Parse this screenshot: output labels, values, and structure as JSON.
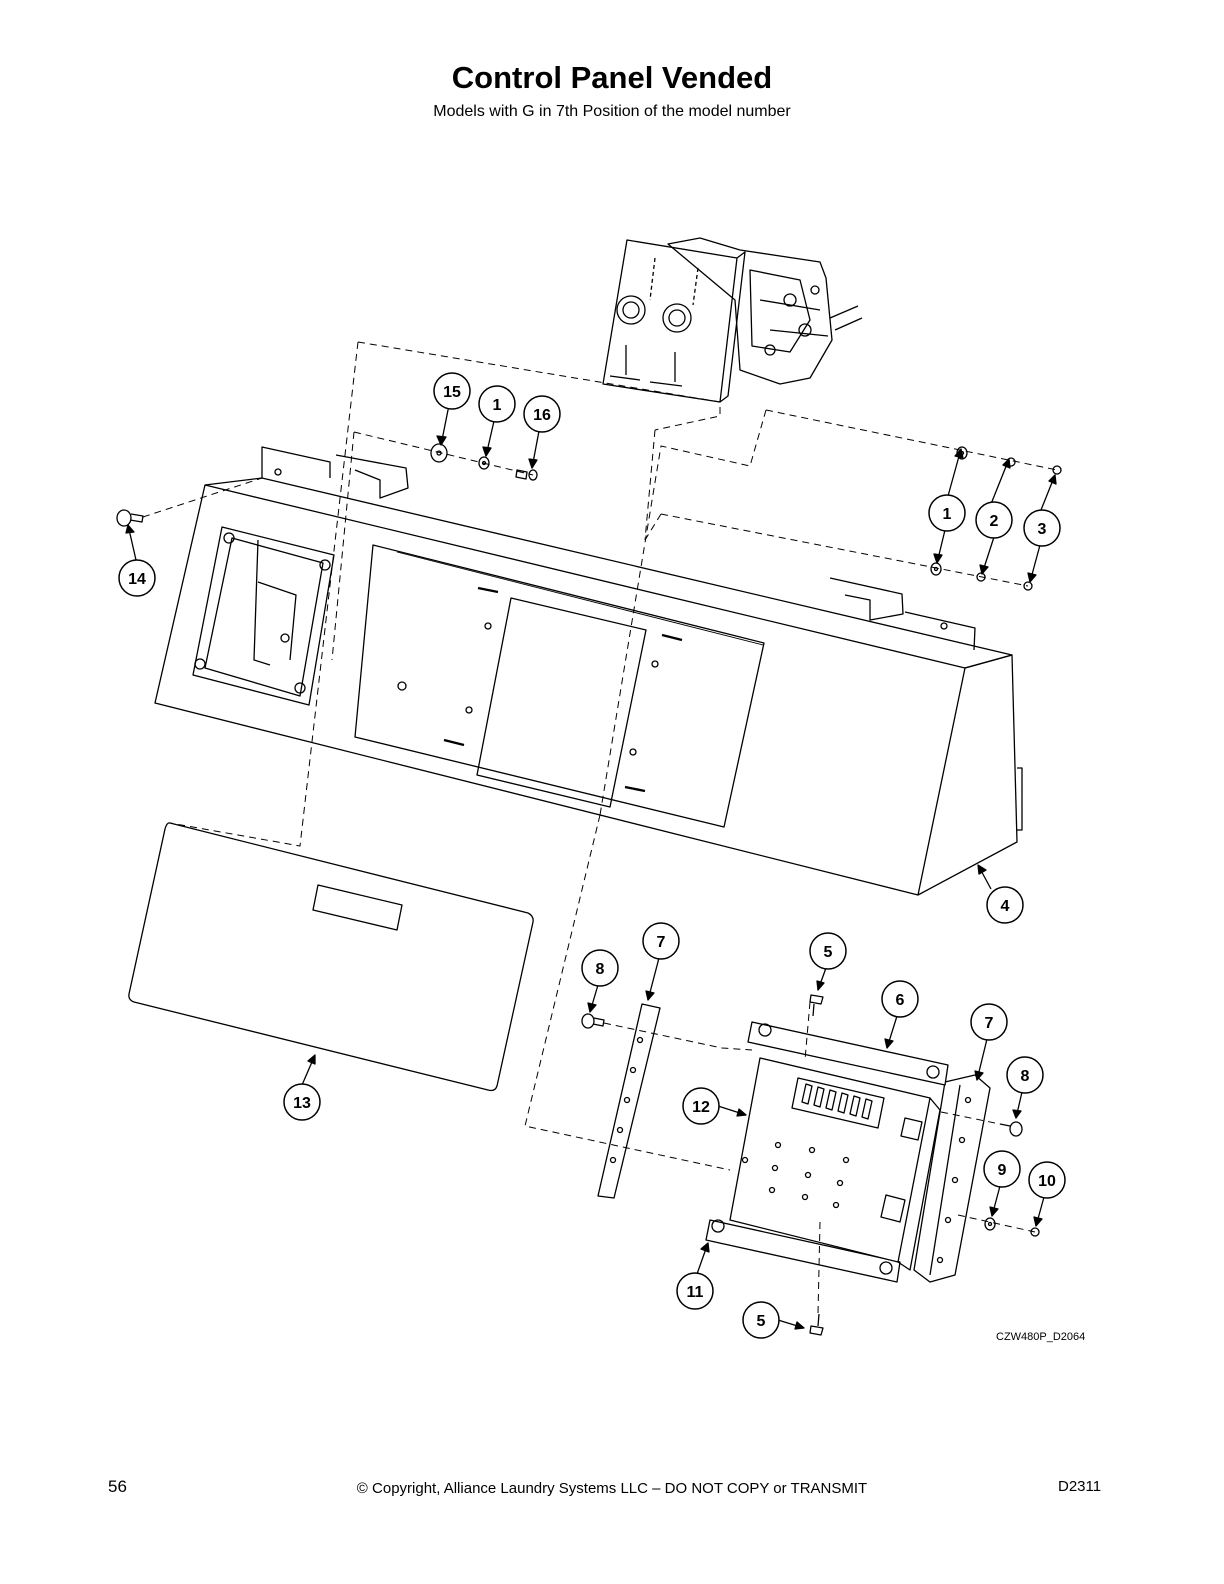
{
  "header": {
    "title": "Control Panel Vended",
    "subtitle": "Models with G in 7th Position of the model number"
  },
  "figure_code": "CZW480P_D2064",
  "callouts": [
    "15",
    "1",
    "16",
    "1",
    "2",
    "3",
    "14",
    "4",
    "13",
    "7",
    "8",
    "5",
    "6",
    "7",
    "8",
    "12",
    "9",
    "10",
    "11",
    "5"
  ],
  "footer": {
    "page_number": "56",
    "copyright": "© Copyright, Alliance Laundry Systems LLC – DO NOT COPY or TRANSMIT",
    "document_id": "D2311"
  }
}
